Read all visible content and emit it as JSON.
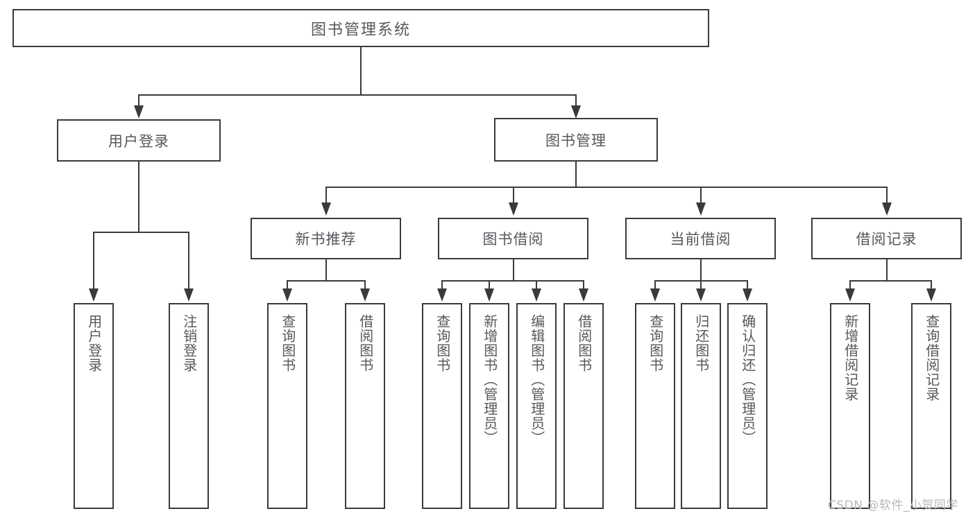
{
  "diagram": {
    "type": "tree-hierarchy-chart",
    "title": "图书管理系统",
    "level2": [
      {
        "id": "user-login",
        "label": "用户登录"
      },
      {
        "id": "book-manage",
        "label": "图书管理"
      }
    ],
    "level3": [
      {
        "id": "new-book-recommend",
        "label": "新书推荐"
      },
      {
        "id": "book-borrow",
        "label": "图书借阅"
      },
      {
        "id": "current-borrow",
        "label": "当前借阅"
      },
      {
        "id": "borrow-record",
        "label": "借阅记录"
      }
    ],
    "leaves": {
      "user_login": [
        {
          "id": "leaf-user-login",
          "label": "用户登录"
        },
        {
          "id": "leaf-logout-login",
          "label": "注销登录"
        }
      ],
      "new_book_recommend": [
        {
          "id": "leaf-query-book-1",
          "label": "查询图书"
        },
        {
          "id": "leaf-borrow-book-1",
          "label": "借阅图书"
        }
      ],
      "book_borrow": [
        {
          "id": "leaf-query-book-2",
          "label": "查询图书"
        },
        {
          "id": "leaf-add-book",
          "label": "新增图书（管理员）"
        },
        {
          "id": "leaf-edit-book",
          "label": "编辑图书（管理员）"
        },
        {
          "id": "leaf-borrow-book-2",
          "label": "借阅图书"
        }
      ],
      "current_borrow": [
        {
          "id": "leaf-query-book-3",
          "label": "查询图书"
        },
        {
          "id": "leaf-return-book",
          "label": "归还图书"
        },
        {
          "id": "leaf-confirm-return",
          "label": "确认归还（管理员）"
        }
      ],
      "borrow_record": [
        {
          "id": "leaf-add-record",
          "label": "新增借阅记录"
        },
        {
          "id": "leaf-query-record",
          "label": "查询借阅记录"
        }
      ]
    }
  },
  "watermark": {
    "text": "CSDN @软件_小贺同学"
  },
  "colors": {
    "stroke": "#3a3a3a",
    "text": "#55585c",
    "background": "#ffffff",
    "watermark": "#b9b9b9"
  }
}
